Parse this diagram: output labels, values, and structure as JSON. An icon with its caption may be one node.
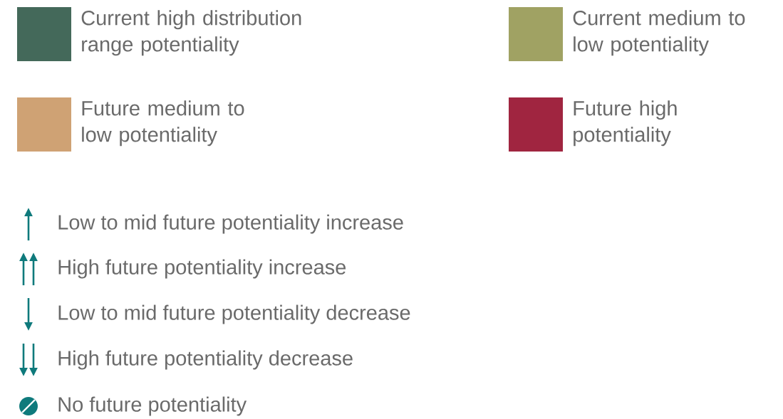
{
  "diagram": {
    "legend": [
      {
        "text": "Current high distribution range potentiality",
        "color": "#44695a"
      },
      {
        "text": "Current medium to low potentiality",
        "color": "#a0a263"
      },
      {
        "text": "Future medium to low potentiality",
        "color": "#cfa274"
      },
      {
        "text": "Future high potentiality",
        "color": "#a02540"
      },
      {
        "text": "Low to mid future potentiality increase"
      },
      {
        "text": "High future potentiality increase"
      },
      {
        "text": "Low to mid future potentiality decrease"
      },
      {
        "text": "High future potentiality decrease"
      },
      {
        "text": "No future potentiality"
      }
    ]
  }
}
